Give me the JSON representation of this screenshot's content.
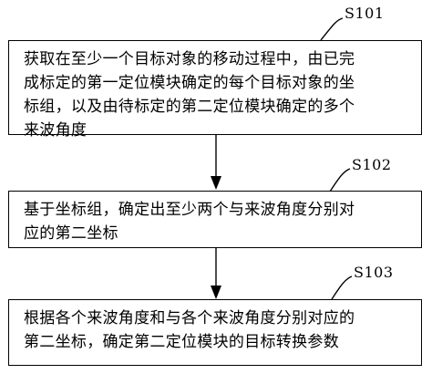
{
  "steps": [
    {
      "id": "S101",
      "text": "获取在至少一个目标对象的移动过程中，由已完\n成标定的第一定位模块确定的每个目标对象的坐\n标组，以及由待标定的第二定位模块确定的多个\n来波角度"
    },
    {
      "id": "S102",
      "text": "基于坐标组，确定出至少两个与来波角度分别对\n应的第二坐标"
    },
    {
      "id": "S103",
      "text": "根据各个来波角度和与各个来波角度分别对应的\n第二坐标，确定第二定位模块的目标转换参数"
    }
  ]
}
